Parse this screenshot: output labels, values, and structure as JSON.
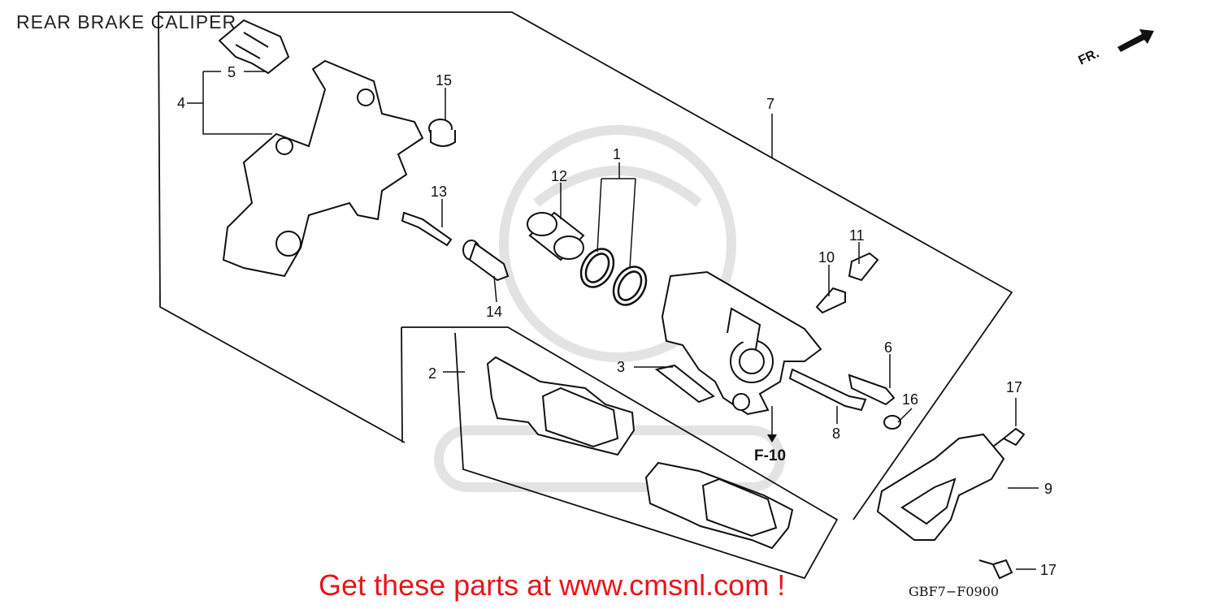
{
  "title": "REAR BRAKE CALIPER",
  "direction_label": "FR.",
  "ref_label": "F-10",
  "promo": "Get these parts at www.cmsnl.com !",
  "diagram_code": "GBF7−F0900",
  "callouts": [
    {
      "id": "1",
      "label": "1"
    },
    {
      "id": "2",
      "label": "2"
    },
    {
      "id": "3",
      "label": "3"
    },
    {
      "id": "4",
      "label": "4"
    },
    {
      "id": "5",
      "label": "5"
    },
    {
      "id": "6",
      "label": "6"
    },
    {
      "id": "7",
      "label": "7"
    },
    {
      "id": "8",
      "label": "8"
    },
    {
      "id": "9",
      "label": "9"
    },
    {
      "id": "10",
      "label": "10"
    },
    {
      "id": "11",
      "label": "11"
    },
    {
      "id": "12",
      "label": "12"
    },
    {
      "id": "13",
      "label": "13"
    },
    {
      "id": "14",
      "label": "14"
    },
    {
      "id": "15",
      "label": "15"
    },
    {
      "id": "16",
      "label": "16"
    },
    {
      "id": "17a",
      "label": "17"
    },
    {
      "id": "17b",
      "label": "17"
    }
  ],
  "colors": {
    "line": "#111111",
    "promo": "#e8151b",
    "watermark": "#d6d6d6"
  }
}
